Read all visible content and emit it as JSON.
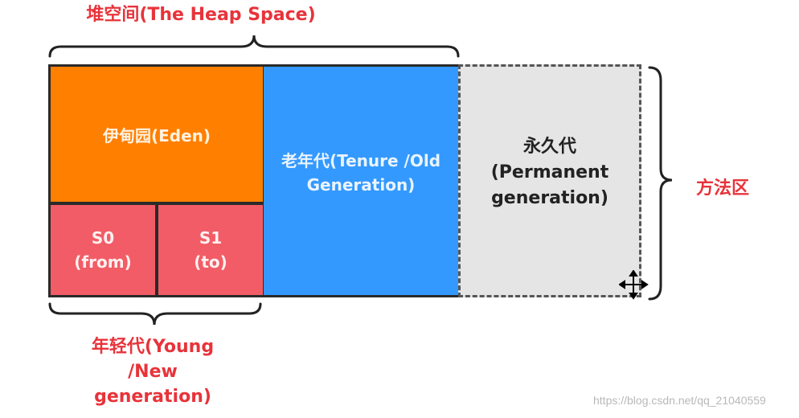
{
  "heap_space_label": "堆空间(The Heap Space)",
  "eden_label": "伊甸园(Eden)",
  "s0": {
    "name": "S0",
    "sub": "(from)"
  },
  "s1": {
    "name": "S1",
    "sub": "(to)"
  },
  "tenure": {
    "line1": "老年代(Tenure /Old",
    "line2": "Generation)"
  },
  "permanent": {
    "line1": "永久代",
    "line2": "(Permanent",
    "line3": "generation)"
  },
  "young": {
    "line1": "年轻代(Young",
    "line2": "/New",
    "line3": "generation)"
  },
  "method_area_label": "方法区",
  "watermark": "https://blog.csdn.net/qq_21040559",
  "colors": {
    "eden": "#ff7f00",
    "survivor": "#f25c66",
    "tenure": "#3399ff",
    "permanent": "#e5e5e5",
    "label": "#e8333a"
  },
  "icons": [
    "move-cursor-icon"
  ]
}
